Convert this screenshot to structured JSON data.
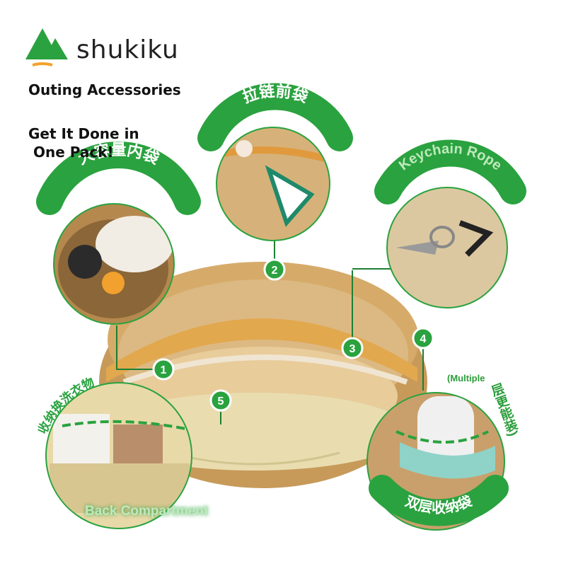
{
  "brand": {
    "name": "shukiku",
    "icon": "mountain-logo-icon",
    "accent": "#2aa23f"
  },
  "headline": {
    "line1": "Outing Accessories",
    "line2": "Get It Done in\n One Pack!"
  },
  "callouts": [
    {
      "number": "1",
      "label": "大容量内袋"
    },
    {
      "number": "2",
      "label": "拉链前袋"
    },
    {
      "number": "3",
      "label": "Keychain Rope"
    },
    {
      "number": "4",
      "label": "双层收纳袋"
    },
    {
      "number": "5",
      "label": "收纳换洗衣物"
    }
  ],
  "extra_labels": {
    "multiple": "(Multiple",
    "layers": "层更能装)",
    "back_compartment": "Back Compartment"
  },
  "colors": {
    "green": "#2aa23f",
    "bag_tan": "#d8b47c",
    "bag_light": "#e9d3a8"
  }
}
